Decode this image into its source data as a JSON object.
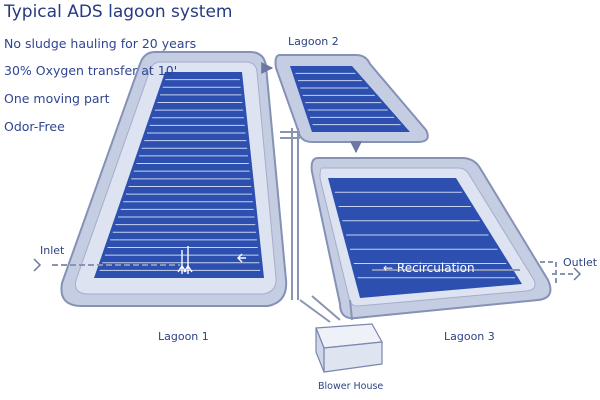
{
  "title": "Typical ADS lagoon system",
  "features": [
    "No sludge hauling for 20 years",
    "30% Oxygen transfer at 10'",
    "One moving part",
    "Odor-Free"
  ],
  "labels": {
    "lagoon1": "Lagoon 1",
    "lagoon2": "Lagoon 2",
    "lagoon3": "Lagoon 3",
    "inlet": "Inlet",
    "outlet": "Outlet",
    "blower_house": "Blower House",
    "recirculation": "Recirculation"
  },
  "icons": {
    "recirculation_arrow": "left-arrow-icon",
    "inlet_arrow": "right-arrow-icon",
    "outlet_arrow": "right-arrow-icon"
  },
  "colors": {
    "water": "#2c4fb0",
    "embankment": "#c2cbe1",
    "embankment_edge": "#8592b6",
    "text": "#2a3f86",
    "pipe": "#8a94b3"
  }
}
